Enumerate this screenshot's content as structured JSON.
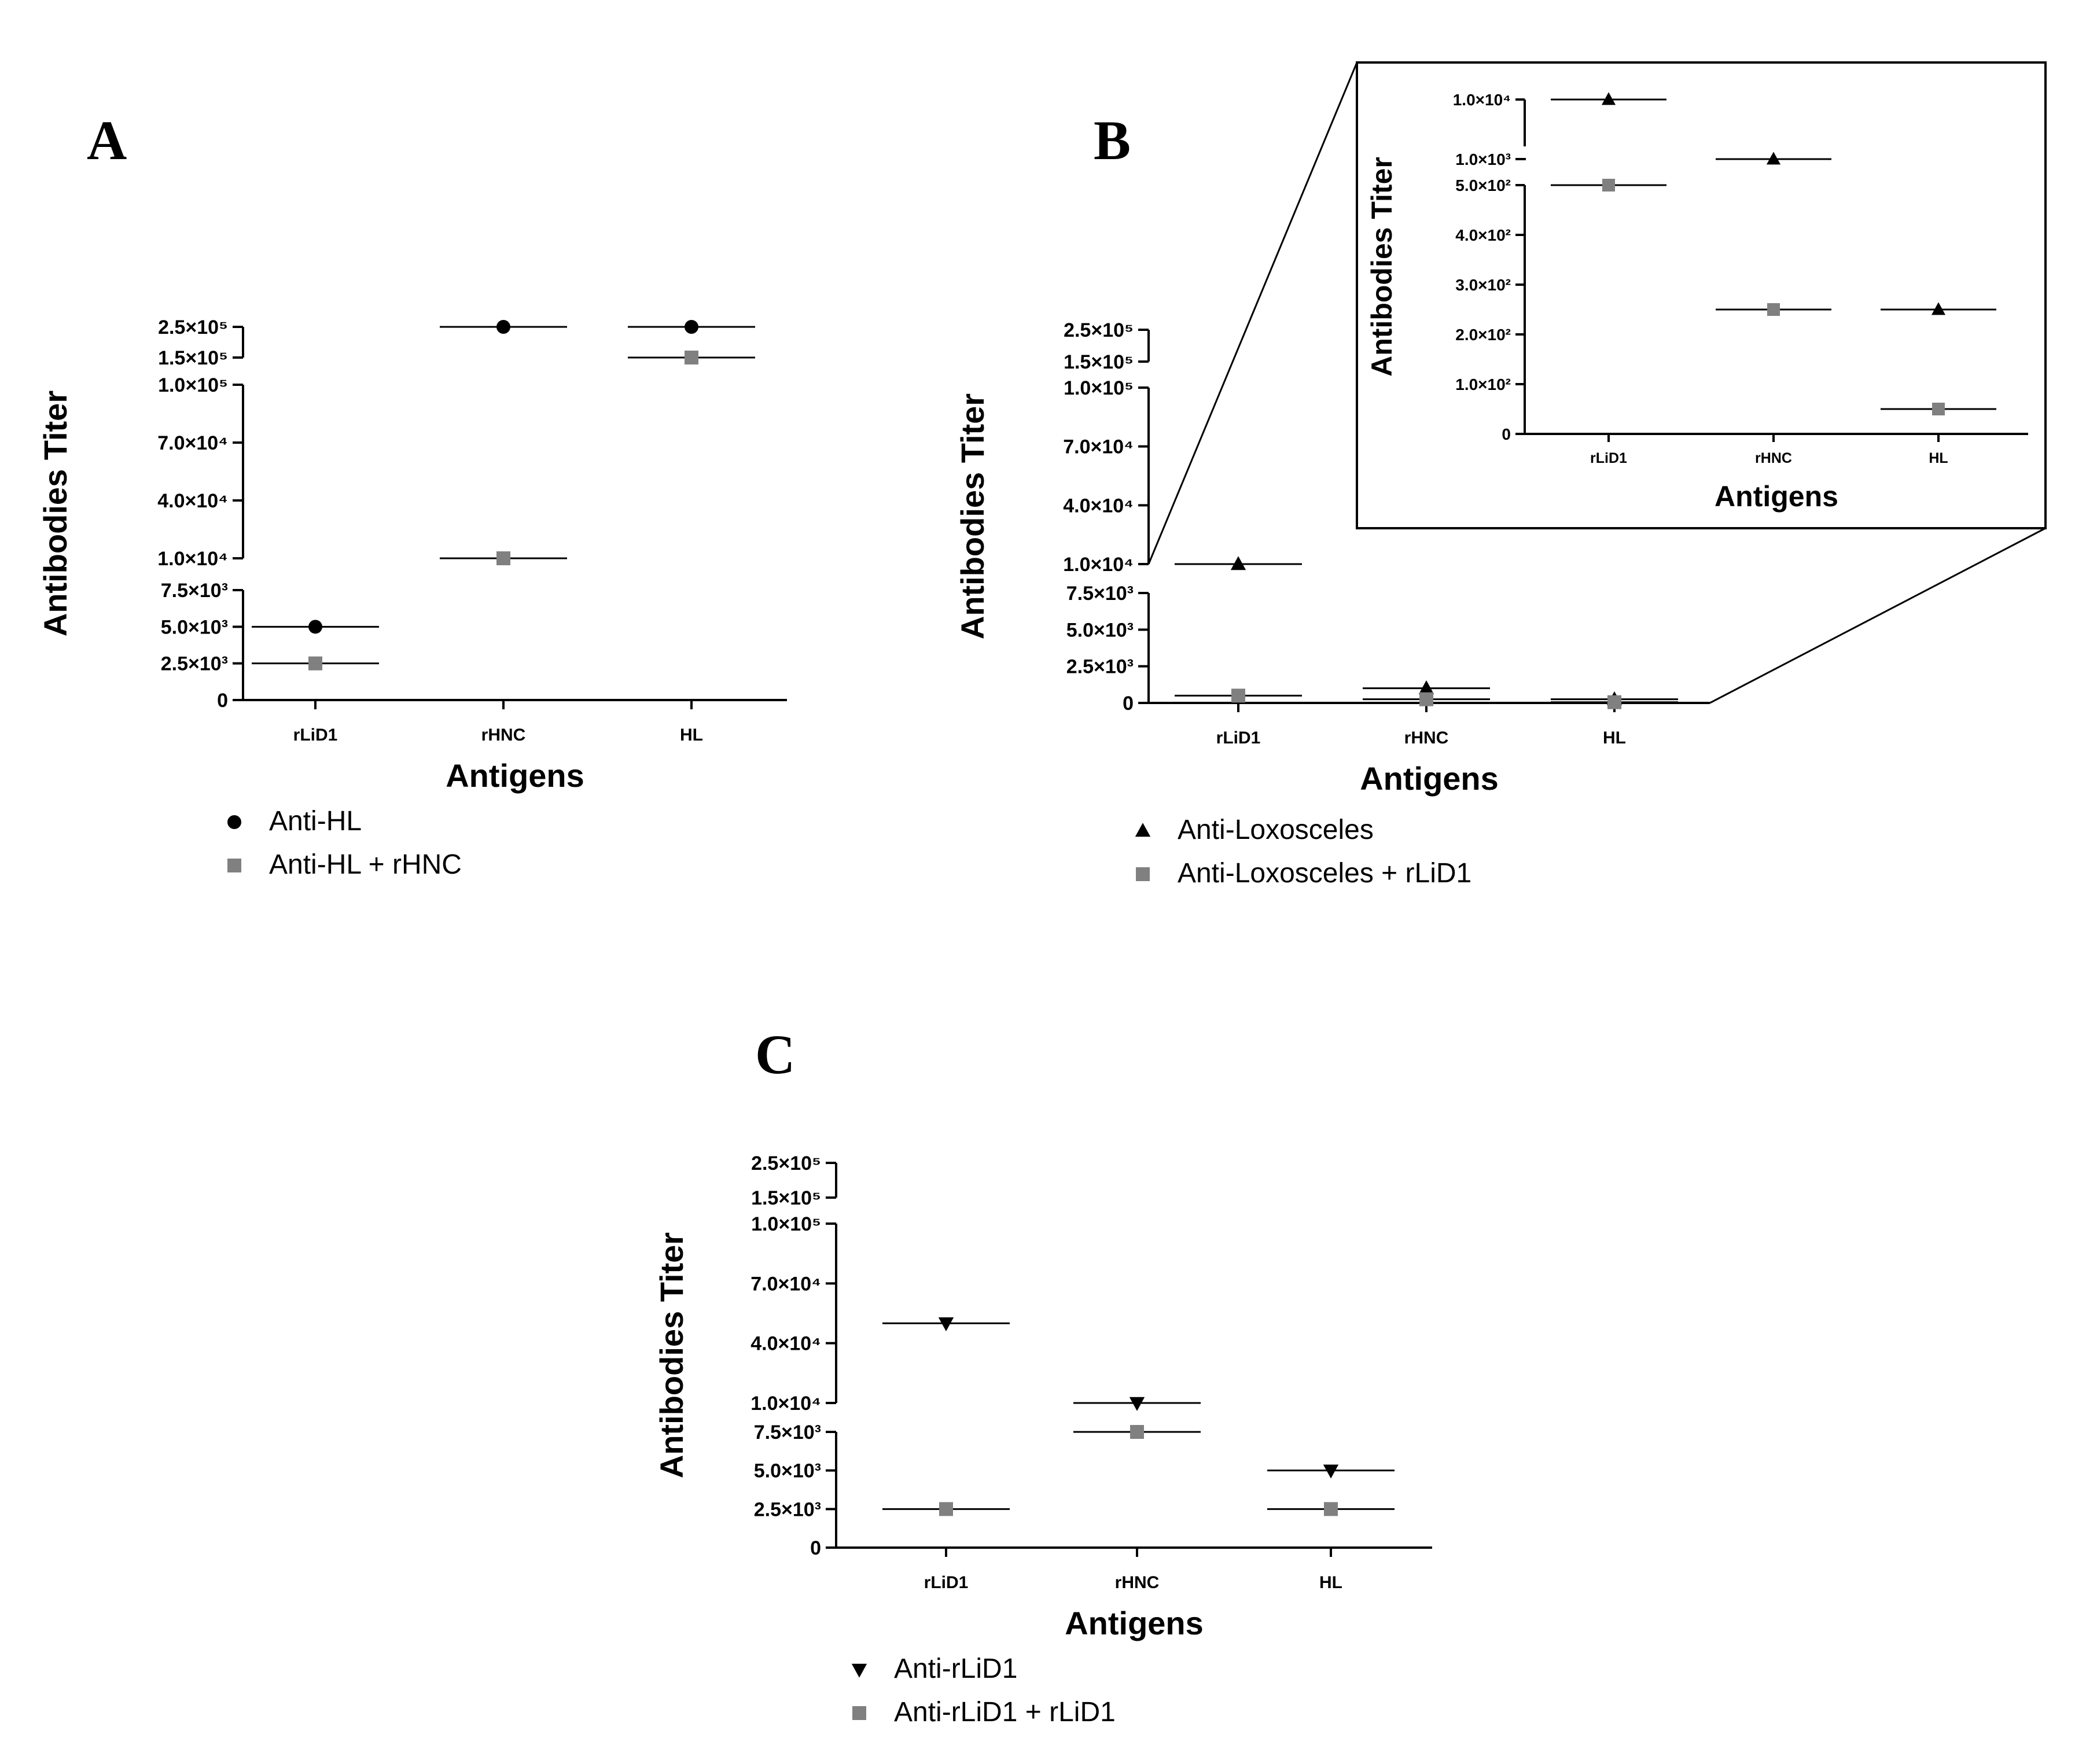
{
  "chart_data": [
    {
      "panel": "A",
      "type": "scatter",
      "categories": [
        "rLiD1",
        "rHNC",
        "HL"
      ],
      "xlabel": "Antigens",
      "ylabel": "Antibodies Titer",
      "y_ticks": [
        "0",
        "2.5×10³",
        "5.0×10³",
        "7.5×10³",
        "1.0×10⁴",
        "4.0×10⁴",
        "7.0×10⁴",
        "1.0×10⁵",
        "1.5×10⁵",
        "2.5×10⁵"
      ],
      "y_axis_breaks": [
        [
          7500,
          10000
        ],
        [
          100000,
          150000
        ]
      ],
      "series": [
        {
          "name": "Anti-HL",
          "marker": "circle",
          "color": "#000000",
          "values": [
            5000,
            250000,
            250000
          ]
        },
        {
          "name": "Anti-HL + rHNC",
          "marker": "square",
          "color": "#808080",
          "values": [
            2500,
            10000,
            150000
          ]
        }
      ],
      "legend_position": "bottom-left"
    },
    {
      "panel": "B",
      "type": "scatter",
      "categories": [
        "rLiD1",
        "rHNC",
        "HL"
      ],
      "xlabel": "Antigens",
      "ylabel": "Antibodies Titer",
      "y_ticks": [
        "0",
        "2.5×10³",
        "5.0×10³",
        "7.5×10³",
        "1.0×10⁴",
        "4.0×10⁴",
        "7.0×10⁴",
        "1.0×10⁵",
        "1.5×10⁵",
        "2.5×10⁵"
      ],
      "y_axis_breaks": [
        [
          7500,
          10000
        ],
        [
          100000,
          150000
        ]
      ],
      "series": [
        {
          "name": "Anti-Loxosceles",
          "marker": "triangle-up",
          "color": "#000000",
          "values": [
            10000,
            1000,
            250
          ]
        },
        {
          "name": "Anti-Loxosceles + rLiD1",
          "marker": "square",
          "color": "#808080",
          "values": [
            500,
            250,
            50
          ]
        }
      ],
      "legend_position": "bottom-left",
      "inset": {
        "xlabel": "Antigens",
        "ylabel": "Antibodies Titer",
        "categories": [
          "rLiD1",
          "rHNC",
          "HL"
        ],
        "y_ticks": [
          "0",
          "1.0×10²",
          "2.0×10²",
          "3.0×10²",
          "4.0×10²",
          "5.0×10²",
          "1.0×10³",
          "1.0×10⁴"
        ],
        "y_axis_breaks": [
          [
            500,
            1000
          ],
          [
            1000,
            10000
          ]
        ]
      }
    },
    {
      "panel": "C",
      "type": "scatter",
      "categories": [
        "rLiD1",
        "rHNC",
        "HL"
      ],
      "xlabel": "Antigens",
      "ylabel": "Antibodies Titer",
      "y_ticks": [
        "0",
        "2.5×10³",
        "5.0×10³",
        "7.5×10³",
        "1.0×10⁴",
        "4.0×10⁴",
        "7.0×10⁴",
        "1.0×10⁵",
        "1.5×10⁵",
        "2.5×10⁵"
      ],
      "y_axis_breaks": [
        [
          7500,
          10000
        ],
        [
          100000,
          150000
        ]
      ],
      "series": [
        {
          "name": "Anti-rLiD1",
          "marker": "triangle-down",
          "color": "#000000",
          "values": [
            50000,
            10000,
            5000
          ]
        },
        {
          "name": "Anti-rLiD1 + rLiD1",
          "marker": "square",
          "color": "#808080",
          "values": [
            2500,
            7500,
            2500
          ]
        }
      ],
      "legend_position": "bottom-left"
    }
  ]
}
